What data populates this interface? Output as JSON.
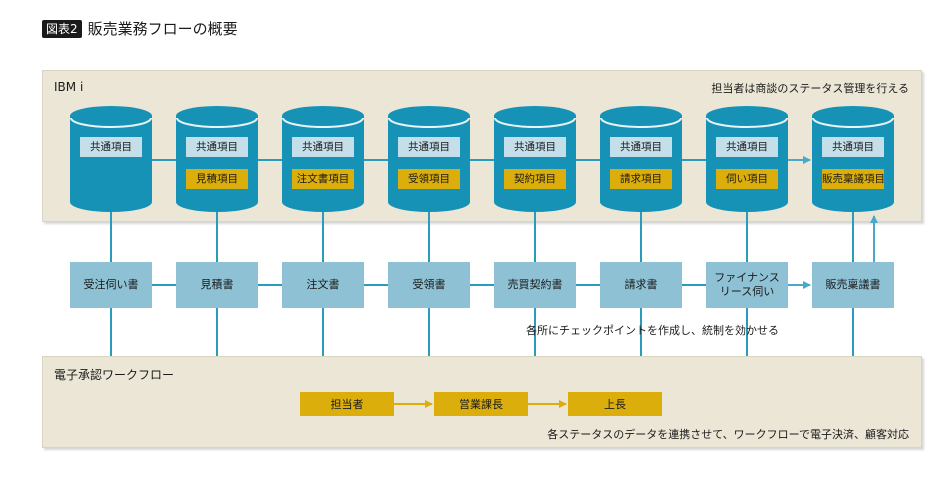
{
  "header": {
    "badge": "図表2",
    "title": "販売業務フローの概要"
  },
  "top_panel": {
    "label": "IBM i",
    "note": "担当者は商談のステータス管理を行える",
    "databases": [
      {
        "common": "共通項目",
        "specific": null
      },
      {
        "common": "共通項目",
        "specific": "見積項目"
      },
      {
        "common": "共通項目",
        "specific": "注文書項目"
      },
      {
        "common": "共通項目",
        "specific": "受領項目"
      },
      {
        "common": "共通項目",
        "specific": "契約項目"
      },
      {
        "common": "共通項目",
        "specific": "請求項目"
      },
      {
        "common": "共通項目",
        "specific": "伺い項目"
      },
      {
        "common": "共通項目",
        "specific": "販売稟議項目"
      }
    ]
  },
  "documents": [
    {
      "label": "受注伺い書"
    },
    {
      "label": "見積書"
    },
    {
      "label": "注文書"
    },
    {
      "label": "受領書"
    },
    {
      "label": "売買契約書"
    },
    {
      "label": "請求書"
    },
    {
      "label": "ファイナンス\nリース伺い"
    },
    {
      "label": "販売稟議書"
    }
  ],
  "checkpoint_note": "各所にチェックポイントを作成し、統制を効かせる",
  "bottom_panel": {
    "label": "電子承認ワークフロー",
    "steps": [
      "担当者",
      "営業課長",
      "上長"
    ],
    "note": "各ステータスのデータを連携させて、ワークフローで電子決済、顧客対応"
  },
  "colors": {
    "cylinder": "#1592b5",
    "cylinder_top": "#1f9dbf",
    "line": "#2a9bbd",
    "common_chip": "#c5dfea",
    "specific_chip": "#dcae0c",
    "document_box": "#8ec1d4",
    "workflow_box": "#dcae0c",
    "panel_bg": "#ece6d6"
  }
}
